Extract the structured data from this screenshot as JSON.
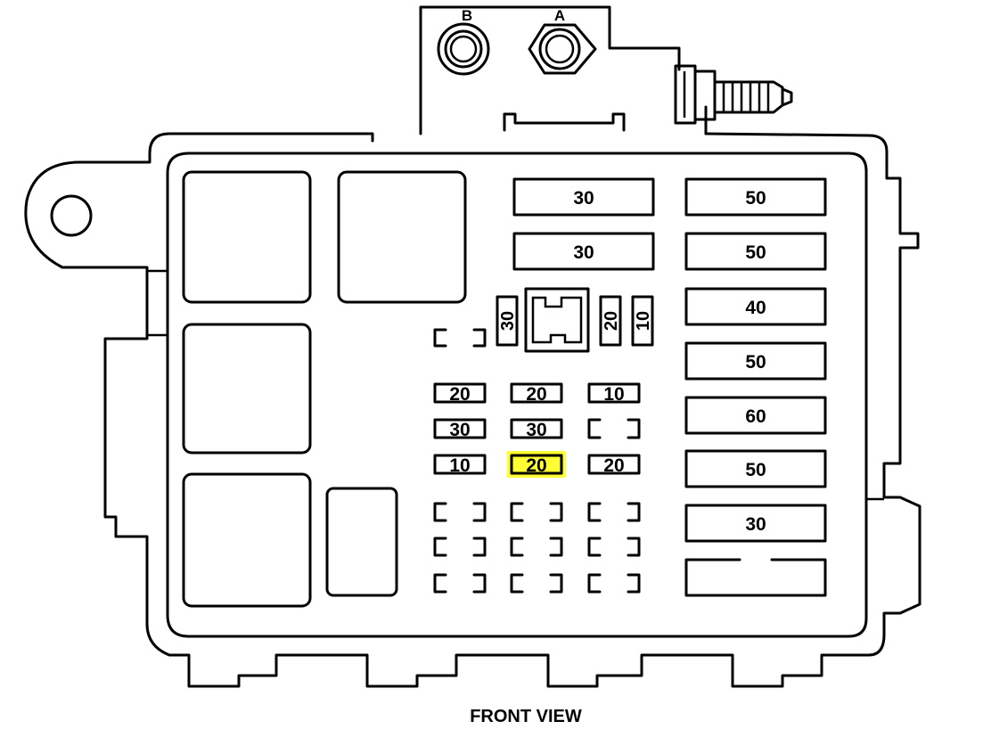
{
  "caption": "FRONT VIEW",
  "terminals": {
    "b": "B",
    "a": "A"
  },
  "maxi_fuses": [
    "30",
    "30",
    "50",
    "50",
    "40",
    "50",
    "60",
    "50",
    "30",
    ""
  ],
  "vertical_fuses": [
    "30",
    "20",
    "10"
  ],
  "mini_fuses": {
    "row1": [
      "20",
      "20",
      "10"
    ],
    "row2": [
      "30",
      "30",
      ""
    ],
    "row3": [
      "10",
      "20",
      "20"
    ]
  },
  "highlight_color": "#ffff33"
}
